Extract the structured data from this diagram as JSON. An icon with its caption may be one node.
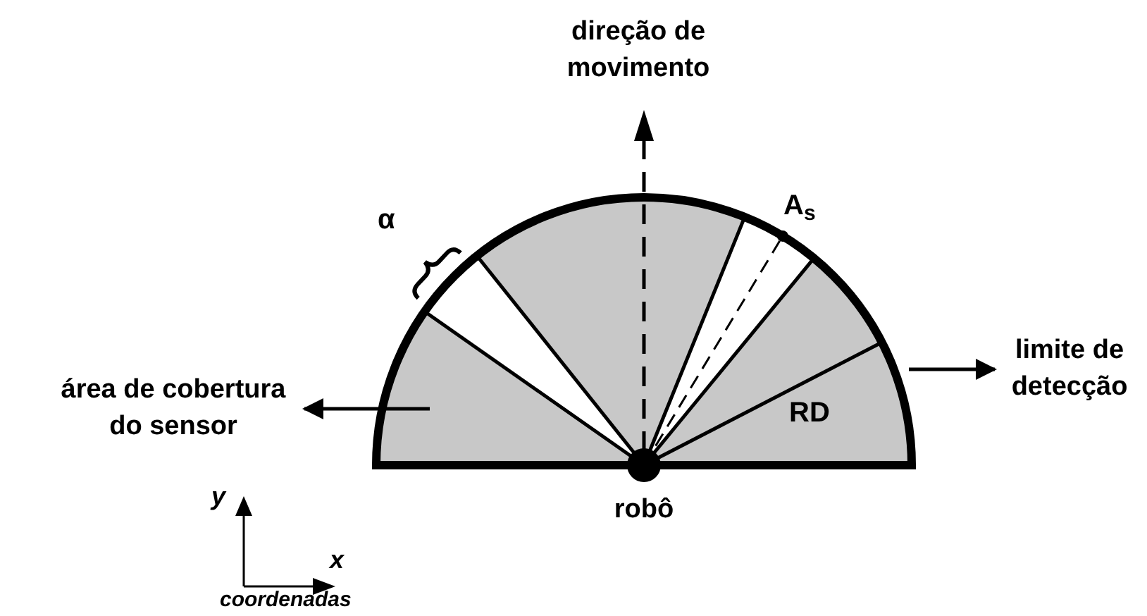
{
  "diagram": {
    "nodes": [
      {
        "text": [
          "área de cobertura do sensor"
        ]
      },
      {
        "text": [
          "limite de detecção"
        ]
      },
      {
        "text": [],
        "shape": "semicircle"
      }
    ],
    "edges": [
      {
        "from": 2,
        "to": 0,
        "arrow": "to"
      },
      {
        "from": 2,
        "to": 1,
        "arrow": "to"
      }
    ],
    "labels": [
      "direção de movimento",
      "α",
      "A$_{s}$",
      "RD",
      "robô",
      "y",
      "x",
      "coordenadas"
    ]
  }
}
